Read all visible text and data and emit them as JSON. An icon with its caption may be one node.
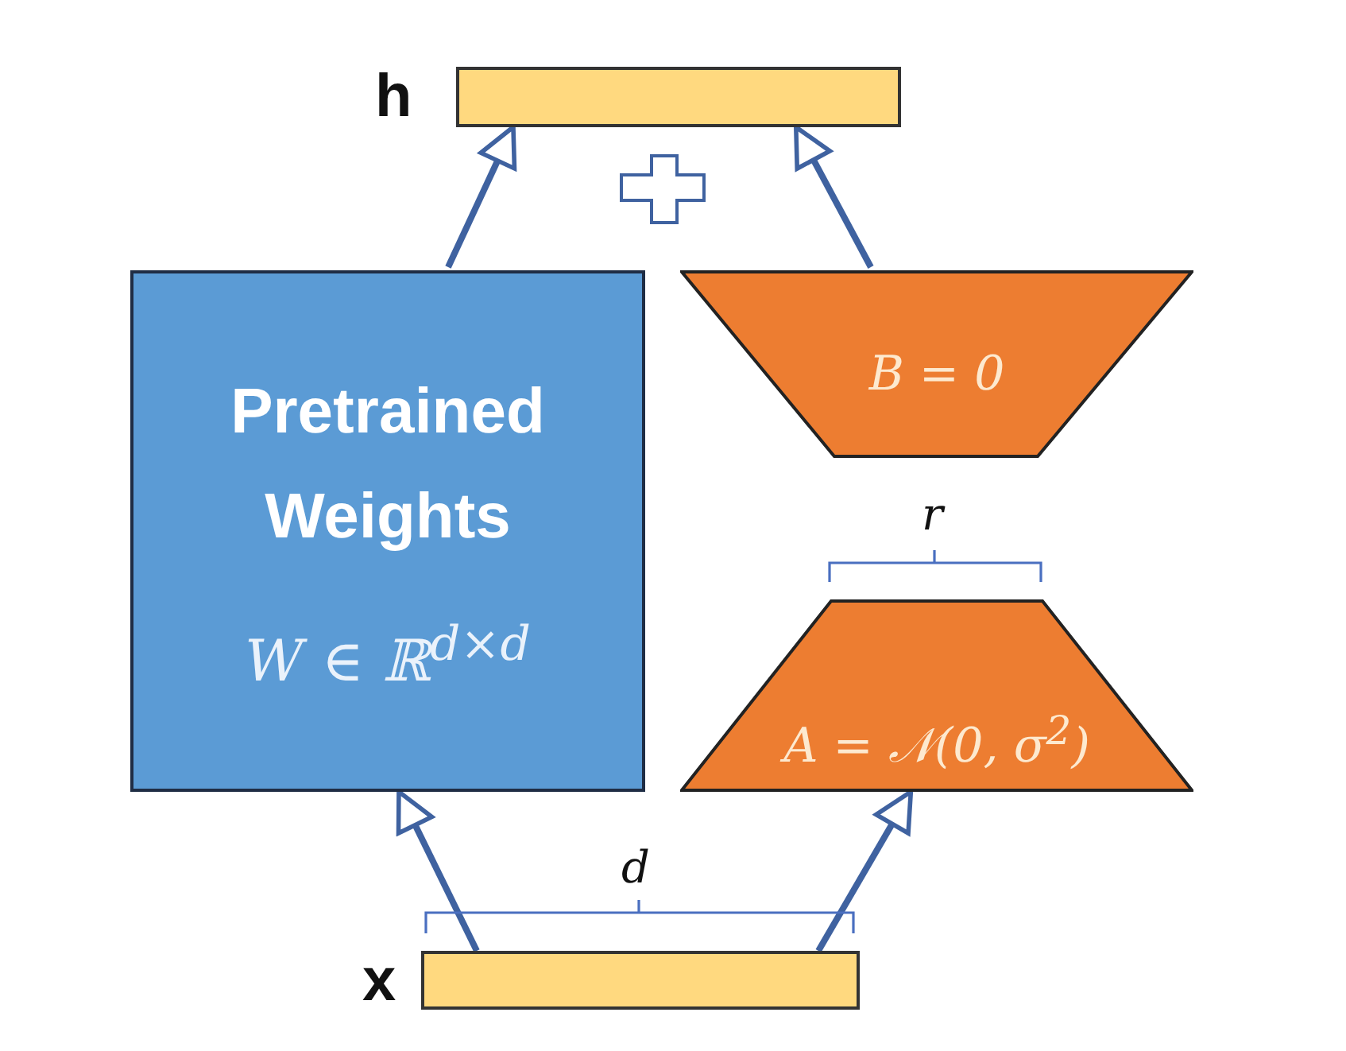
{
  "diagram": {
    "nodes": [
      {
        "text": [
          "h"
        ]
      },
      {
        "text": [
          "Pretrained Weights",
          "W ∈ ℝ$^{d×d}$"
        ]
      },
      {
        "text": [
          "B = 0"
        ]
      },
      {
        "text": [
          "A = 𝒩(0, σ$^{2}$)"
        ]
      },
      {
        "text": [
          "x"
        ]
      }
    ],
    "edges": [
      {
        "from": 4,
        "to": 1,
        "arrow": "to"
      },
      {
        "from": 4,
        "to": 3,
        "arrow": "to"
      },
      {
        "from": 1,
        "to": 0,
        "arrow": "to"
      },
      {
        "from": 2,
        "to": 0,
        "arrow": "to"
      }
    ],
    "labels": [
      "r",
      "d"
    ]
  }
}
